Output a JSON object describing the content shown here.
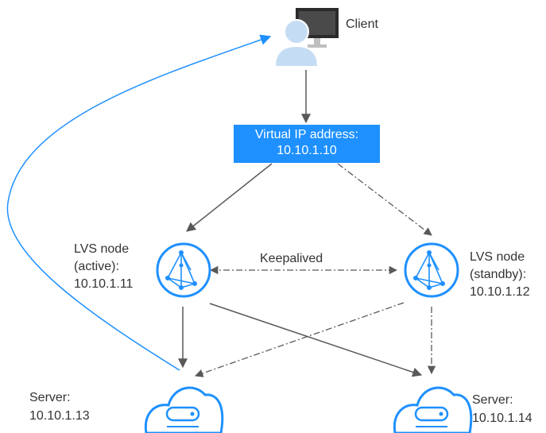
{
  "client": {
    "label": "Client"
  },
  "vip": {
    "line1": "Virtual IP address:",
    "line2": "10.10.1.10"
  },
  "lvs_active": {
    "line1": "LVS node",
    "line2": "(active):",
    "line3": "10.10.1.11"
  },
  "lvs_standby": {
    "line1": "LVS node",
    "line2": "(standby):",
    "line3": "10.10.1.12"
  },
  "keepalived": {
    "label": "Keepalived"
  },
  "server_left": {
    "line1": "Server:",
    "line2": "10.10.1.13"
  },
  "server_right": {
    "line1": "Server:",
    "line2": "10.10.1.14"
  },
  "colors": {
    "accent": "#1e90ff",
    "arrow": "#595959",
    "text": "#333333"
  }
}
